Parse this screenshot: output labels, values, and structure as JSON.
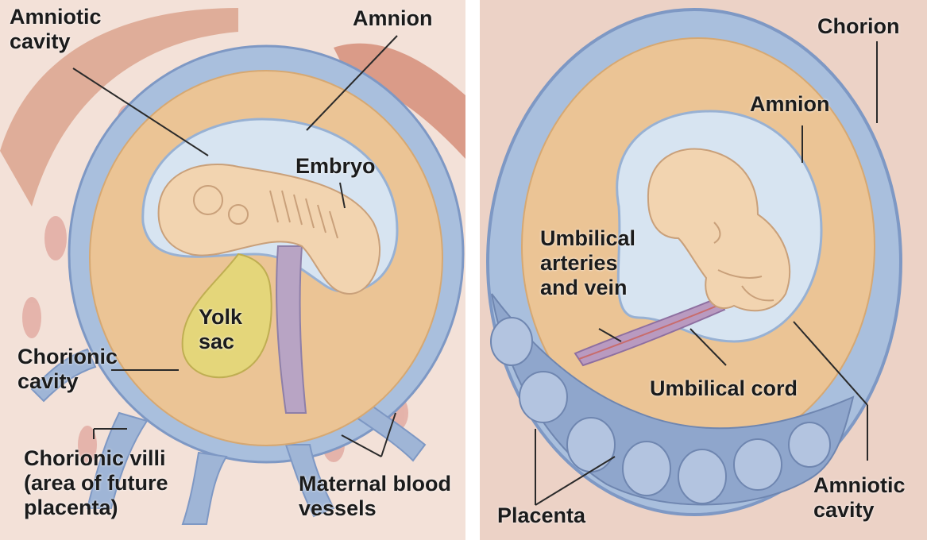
{
  "left_panel": {
    "labels": {
      "amniotic_cavity": [
        "Amniotic",
        "cavity"
      ],
      "amnion": "Amnion",
      "embryo": "Embryo",
      "yolk_sac": [
        "Yolk",
        "sac"
      ],
      "chorionic_cavity": [
        "Chorionic",
        "cavity"
      ],
      "chorionic_villi": [
        "Chorionic villi",
        "(area of future",
        "placenta)"
      ],
      "maternal_blood_vessels": [
        "Maternal blood",
        "vessels"
      ]
    }
  },
  "right_panel": {
    "labels": {
      "chorion": "Chorion",
      "amnion": "Amnion",
      "umbilical_vessels": [
        "Umbilical",
        "arteries",
        "and vein"
      ],
      "umbilical_cord": "Umbilical cord",
      "amniotic_cavity": [
        "Amniotic",
        "cavity"
      ],
      "placenta": "Placenta"
    }
  },
  "colors": {
    "tissue_pink": "#f1ddd3",
    "chorion_blue": "#9fb5d6",
    "cavity_tan": "#ebc495",
    "amnion_light": "#d7e4f1",
    "embryo_flesh": "#f2d4b0",
    "yolk": "#e4d67a",
    "vessel_red": "#c87a70"
  }
}
